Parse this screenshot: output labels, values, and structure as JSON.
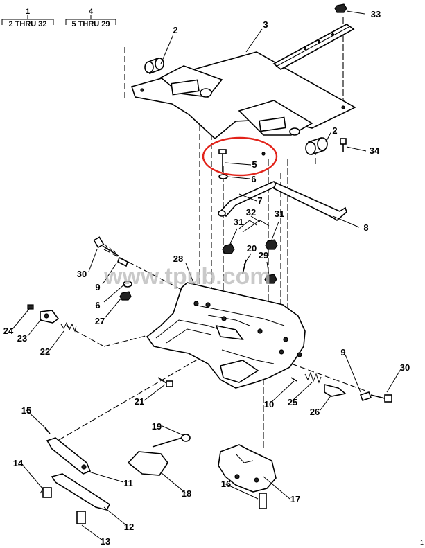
{
  "header": {
    "group1": {
      "number": "1",
      "range": "2 THRU 32"
    },
    "group2": {
      "number": "4",
      "range": "5 THRU 29"
    }
  },
  "watermark": "www.tpub.com",
  "highlight_color": "#e2231a",
  "callouts": [
    "33",
    "2",
    "3",
    "2",
    "34",
    "5",
    "6",
    "7",
    "8",
    "32",
    "31",
    "31",
    "20",
    "28",
    "29",
    "30",
    "9",
    "6",
    "27",
    "24",
    "23",
    "22",
    "9",
    "30",
    "21",
    "10",
    "25",
    "26",
    "15",
    "19",
    "14",
    "11",
    "18",
    "16",
    "17",
    "12",
    "13"
  ],
  "page_marker": "1"
}
